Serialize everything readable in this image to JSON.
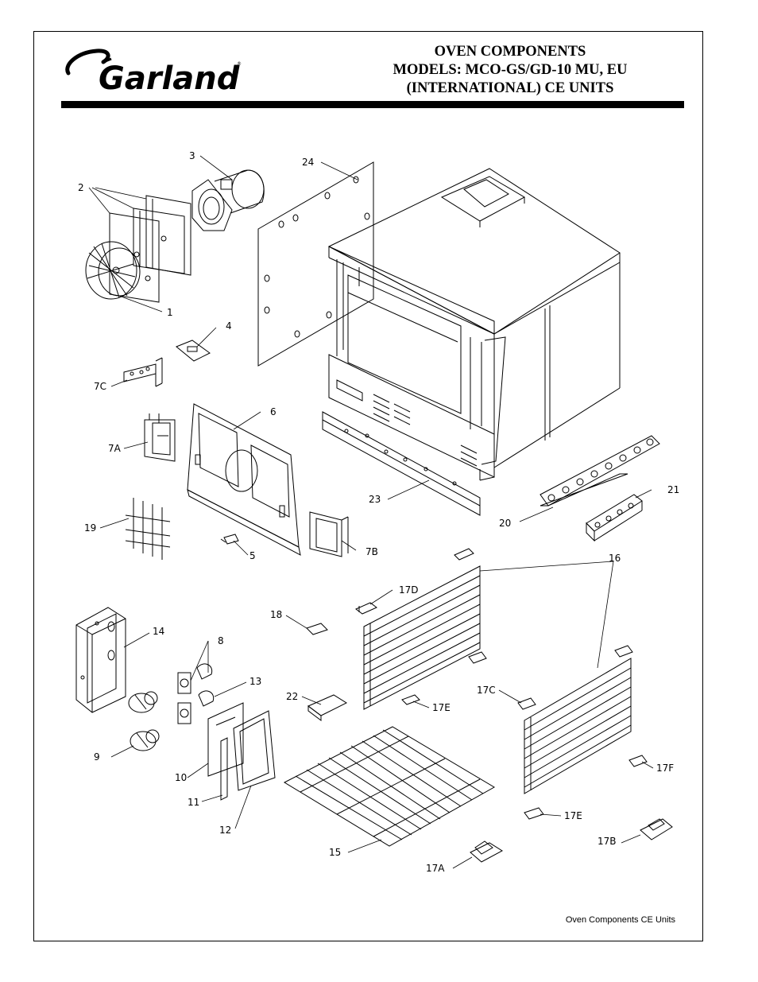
{
  "header": {
    "brand": "Garland",
    "title_lines": [
      "OVEN COMPONENTS",
      "MODELS: MCO-GS/GD-10 MU, EU",
      "(INTERNATIONAL) CE UNITS"
    ]
  },
  "callouts": {
    "c1": "1",
    "c2": "2",
    "c3": "3",
    "c4": "4",
    "c5": "5",
    "c6": "6",
    "c7A": "7A",
    "c7B": "7B",
    "c7C": "7C",
    "c8": "8",
    "c9": "9",
    "c10": "10",
    "c11": "11",
    "c12": "12",
    "c13": "13",
    "c14": "14",
    "c15": "15",
    "c16": "16",
    "c17A": "17A",
    "c17B": "17B",
    "c17C": "17C",
    "c17D": "17D",
    "c17E_a": "17E",
    "c17E_b": "17E",
    "c17F": "17F",
    "c18": "18",
    "c19": "19",
    "c20": "20",
    "c21": "21",
    "c22": "22",
    "c23": "23",
    "c24": "24"
  },
  "footer": {
    "text": "Oven Components CE Units"
  }
}
